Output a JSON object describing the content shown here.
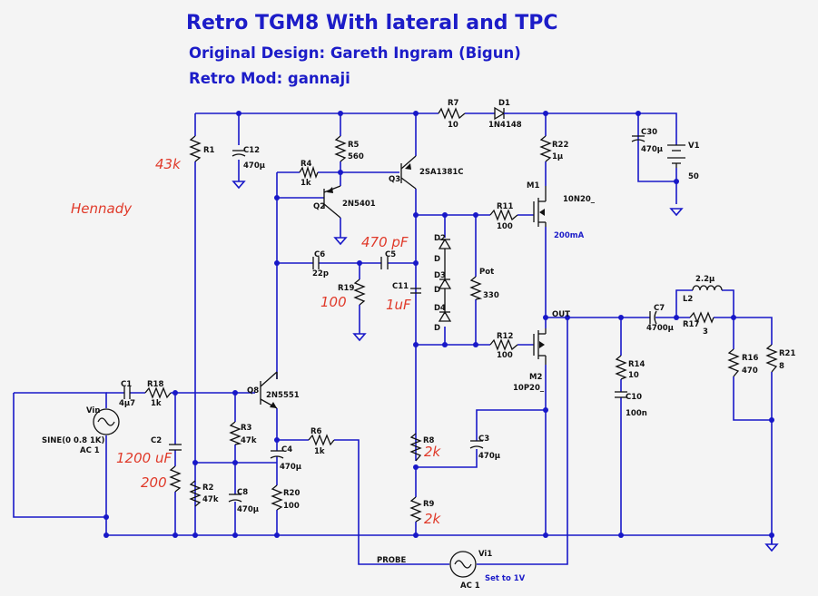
{
  "title": "Retro TGM8 With lateral and TPC",
  "subtitle1": "Original Design: Gareth Ingram (Bigun)",
  "subtitle2": "Retro Mod: gannaji",
  "colors": {
    "wire": "#1818c8",
    "title": "#1c1cc8",
    "note": "#e03a2a",
    "background": "#f4f4f4"
  },
  "components": {
    "r1": {
      "ref": "R1",
      "note": "43k"
    },
    "c12": {
      "ref": "C12",
      "value": "470µ"
    },
    "r4": {
      "ref": "R4",
      "value": "1k"
    },
    "r5": {
      "ref": "R5",
      "value": "560"
    },
    "q2": {
      "ref": "Q2",
      "value": "2N5401"
    },
    "q3": {
      "ref": "Q3",
      "value": "2SA1381C"
    },
    "r7": {
      "ref": "R7",
      "value": "10"
    },
    "d1": {
      "ref": "D1",
      "value": "1N4148"
    },
    "r22": {
      "ref": "R22",
      "value": "1µ"
    },
    "c30": {
      "ref": "C30",
      "value": "470µ"
    },
    "v1": {
      "ref": "V1",
      "value": "50"
    },
    "m1": {
      "ref": "M1",
      "value": "10N20_"
    },
    "r11": {
      "ref": "R11",
      "value": "100"
    },
    "d2": {
      "ref": "D2",
      "value": "D"
    },
    "d3": {
      "ref": "D3",
      "value": "D"
    },
    "d4": {
      "ref": "D4",
      "value": "D"
    },
    "pot": {
      "ref": "Pot",
      "value": "330"
    },
    "c6": {
      "ref": "C6",
      "value": "22p"
    },
    "c5": {
      "ref": "C5",
      "note": "470 pF"
    },
    "c11": {
      "ref": "C11",
      "note": "1uF"
    },
    "r19": {
      "ref": "R19",
      "note": "100"
    },
    "r12": {
      "ref": "R12",
      "value": "100"
    },
    "m2": {
      "ref": "M2",
      "value": "10P20_"
    },
    "c7": {
      "ref": "C7",
      "value": "4700µ"
    },
    "l2": {
      "ref": "L2",
      "value": "2.2µ"
    },
    "r17": {
      "ref": "R17",
      "value": "3"
    },
    "r14": {
      "ref": "R14",
      "value": "10"
    },
    "c10": {
      "ref": "C10",
      "value": "100n"
    },
    "r16": {
      "ref": "R16",
      "value": "470"
    },
    "r21": {
      "ref": "R21",
      "value": "8"
    },
    "c1": {
      "ref": "C1",
      "value": "4µ7"
    },
    "r18": {
      "ref": "R18",
      "value": "1k"
    },
    "vin": {
      "ref": "Vin",
      "value": "SINE(0 0.8 1K)",
      "ac": "AC 1"
    },
    "c2": {
      "ref": "C2",
      "note": "1200 uF"
    },
    "r2": {
      "ref": "R2",
      "value": "47k",
      "note": "200"
    },
    "q8": {
      "ref": "Q8",
      "value": "2N5551"
    },
    "r3": {
      "ref": "R3",
      "value": "47k"
    },
    "c8": {
      "ref": "C8",
      "value": "470µ"
    },
    "c4": {
      "ref": "C4",
      "value": "470µ"
    },
    "r6": {
      "ref": "R6",
      "value": "1k"
    },
    "r20": {
      "ref": "R20",
      "value": "100"
    },
    "r8": {
      "ref": "R8",
      "note": "2k"
    },
    "c3": {
      "ref": "C3",
      "value": "470µ"
    },
    "r9": {
      "ref": "R9",
      "note": "2k"
    },
    "vi1": {
      "ref": "Vi1",
      "ac": "AC 1",
      "note": "Set to 1V"
    }
  },
  "annotations": {
    "hennady": "Hennady",
    "bias_current": "200mA",
    "out": "OUT",
    "probe": "PROBE"
  }
}
